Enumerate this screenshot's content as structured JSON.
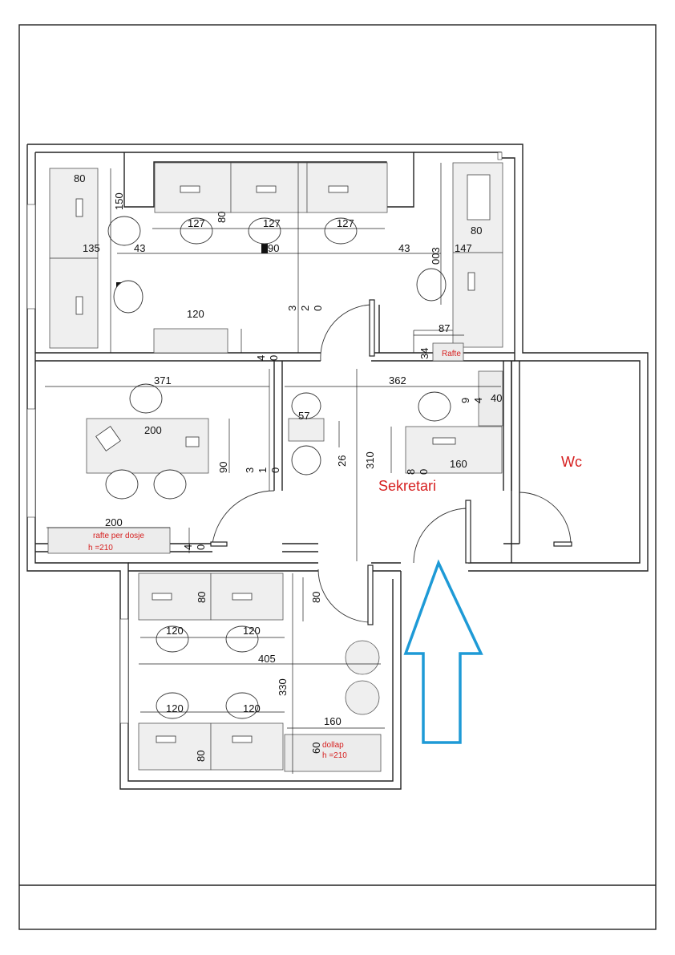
{
  "rooms": {
    "wc": "Wc",
    "secretary": "Sekretari"
  },
  "furniture_labels": {
    "shelves_top": "Rafte",
    "shelves_files": "rafte per dosje",
    "shelves_files_height": "h =210",
    "cabinet": "dollap",
    "cabinet_height": "h =210"
  },
  "dimensions": {
    "top_office": [
      "80",
      "150",
      "135",
      "43",
      "127",
      "127",
      "127",
      "80",
      "90",
      "43",
      "003",
      "147",
      "80",
      "120",
      "3",
      "2",
      "0",
      "4",
      "0",
      "87",
      "34"
    ],
    "left_office": [
      "371",
      "200",
      "90",
      "3",
      "1",
      "0",
      "200",
      "4",
      "0"
    ],
    "middle": [
      "362",
      "57",
      "26",
      "310",
      "9",
      "4",
      "40",
      "160",
      "8",
      "0"
    ],
    "bottom_office": [
      "80",
      "80",
      "120",
      "120",
      "405",
      "330",
      "120",
      "120",
      "160",
      "60",
      "80"
    ]
  },
  "colors": {
    "room_label": "#d62020",
    "entrance_arrow": "#1e9ad6",
    "walls": "#222222"
  }
}
